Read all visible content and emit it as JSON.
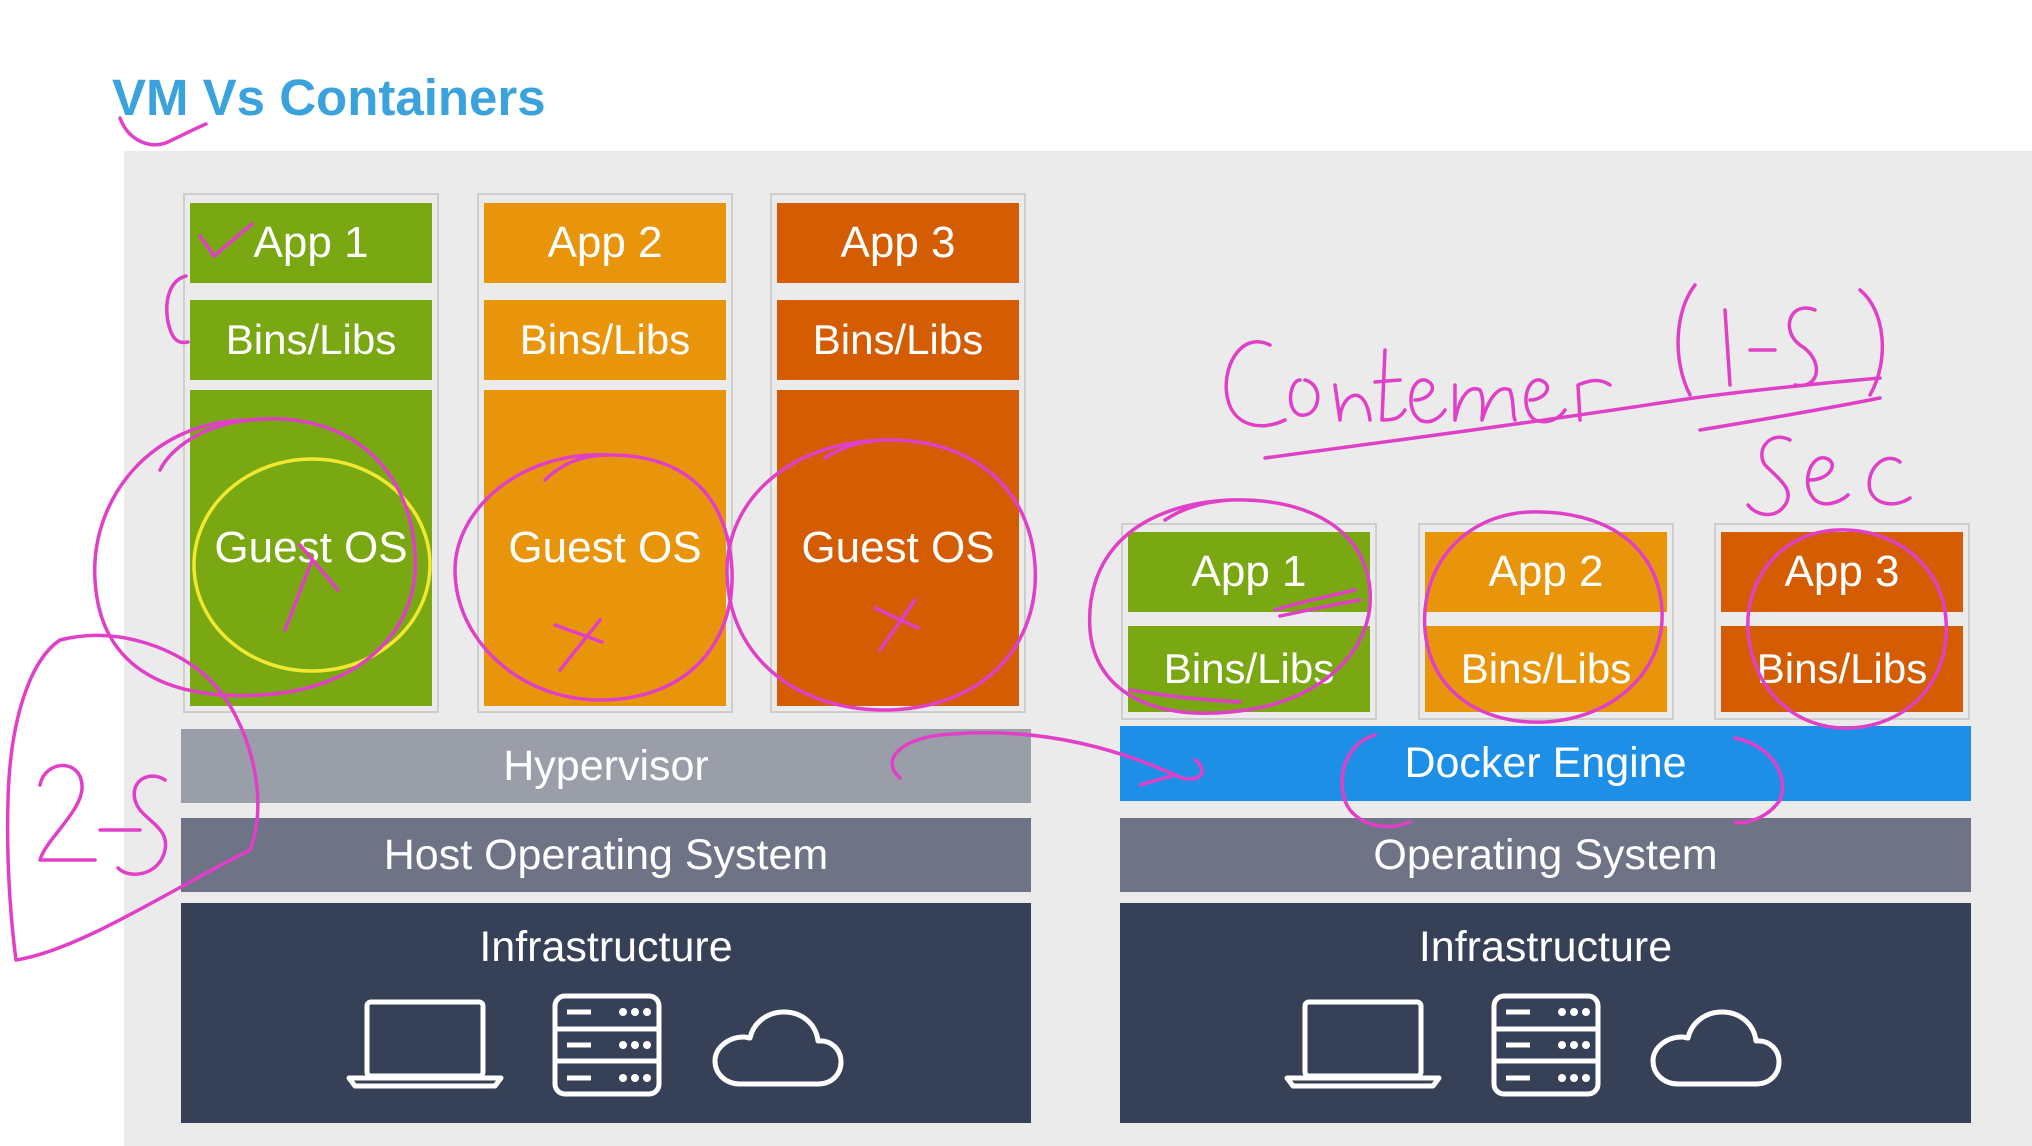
{
  "title": "VM Vs Containers",
  "vm_stack": {
    "apps": [
      {
        "app": "App 1",
        "bins": "Bins/Libs",
        "guest_os": "Guest OS",
        "color": "#7aa813"
      },
      {
        "app": "App 2",
        "bins": "Bins/Libs",
        "guest_os": "Guest OS",
        "color": "#e9950b"
      },
      {
        "app": "App 3",
        "bins": "Bins/Libs",
        "guest_os": "Guest OS",
        "color": "#d45c02"
      }
    ],
    "hypervisor": "Hypervisor",
    "host_os": "Host Operating System",
    "infrastructure": "Infrastructure"
  },
  "container_stack": {
    "apps": [
      {
        "app": "App 1",
        "bins": "Bins/Libs",
        "color": "#7aa813"
      },
      {
        "app": "App 2",
        "bins": "Bins/Libs",
        "color": "#e9950b"
      },
      {
        "app": "App 3",
        "bins": "Bins/Libs",
        "color": "#d45c02"
      }
    ],
    "docker_engine": "Docker Engine",
    "os": "Operating System",
    "infrastructure": "Infrastructure"
  },
  "infra_icons": [
    "laptop-icon",
    "server-icon",
    "cloud-icon"
  ],
  "colors": {
    "title": "#3aa2dc",
    "hypervisor": "#999ea9",
    "operating_system": "#6e7385",
    "docker_engine": "#1e8fe6",
    "infrastructure": "#364057",
    "handwriting": "#e040c8",
    "highlight": "#f2e830"
  }
}
